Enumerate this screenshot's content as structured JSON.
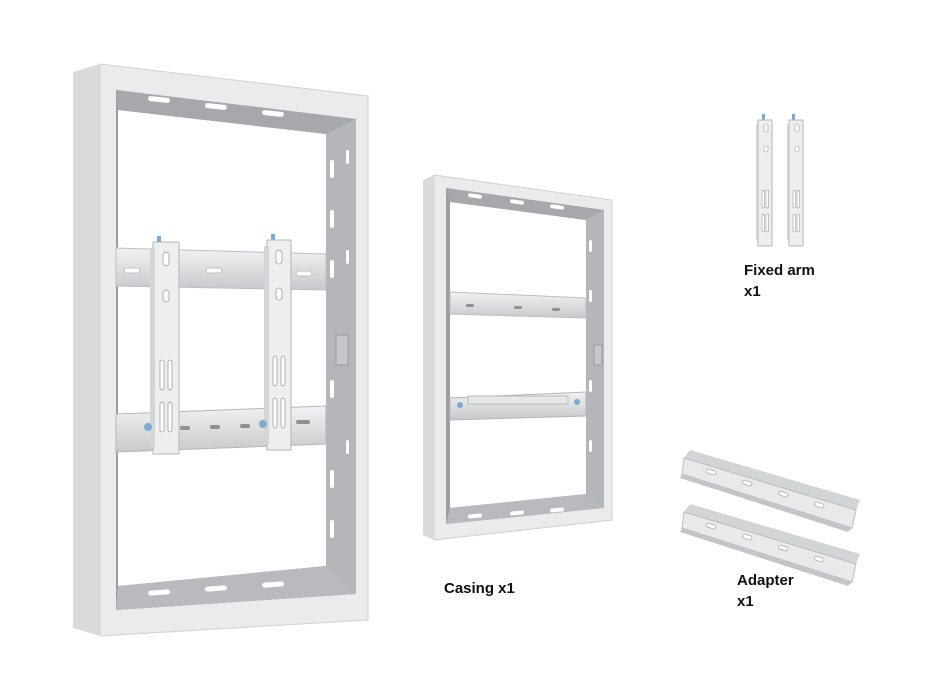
{
  "labels": {
    "casing": "Casing x1",
    "fixed_arm_name": "Fixed arm",
    "fixed_arm_qty": "x1",
    "adapter_name": "Adapter",
    "adapter_qty": "x1"
  },
  "colors": {
    "background": "#ffffff",
    "frame_outer": "#e6e6e8",
    "frame_side": "#c9cacc",
    "frame_inner": "#a9aaad",
    "metal_light": "#e9e9ea",
    "bolt": "#7fa9cf",
    "text": "#111111"
  }
}
